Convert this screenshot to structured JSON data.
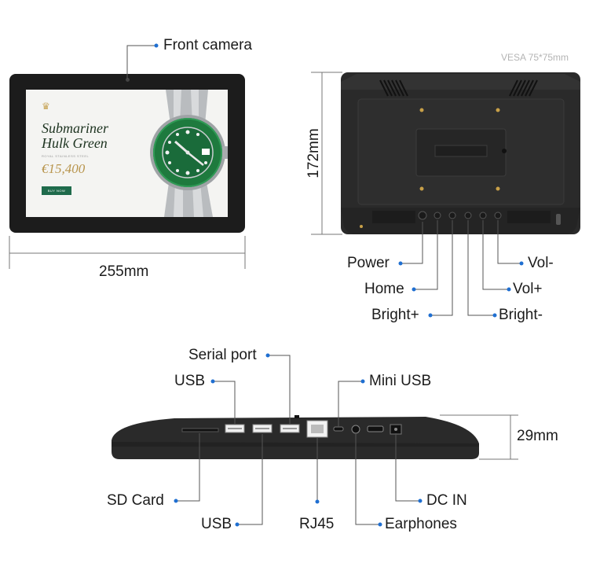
{
  "front": {
    "camera_label": "Front camera",
    "width_label": "255mm",
    "ad": {
      "title_line1": "Submariner",
      "title_line2": "Hulk Green",
      "subtitle": "ROYAL STAINLESS STEEL",
      "price": "€15,400",
      "button": "BUY NOW",
      "crown_icon": "crown-icon"
    }
  },
  "back": {
    "vesa_label": "VESA 75*75mm",
    "height_label": "172mm",
    "buttons": {
      "power": "Power",
      "home": "Home",
      "bright_plus": "Bright+",
      "bright_minus": "Bright-",
      "vol_plus": "Vol+",
      "vol_minus": "Vol-"
    }
  },
  "side": {
    "thickness_label": "29mm",
    "ports": {
      "serial": "Serial port",
      "usb_top": "USB",
      "mini_usb": "Mini USB",
      "sd_card": "SD Card",
      "usb_bottom": "USB",
      "rj45": "RJ45",
      "earphones": "Earphones",
      "dc_in": "DC IN"
    }
  },
  "colors": {
    "device_body": "#2a2a2a",
    "bezel": "#1c1c1c",
    "label_dot": "#1f6fd1",
    "bezel_green": "#1e7a3e"
  }
}
